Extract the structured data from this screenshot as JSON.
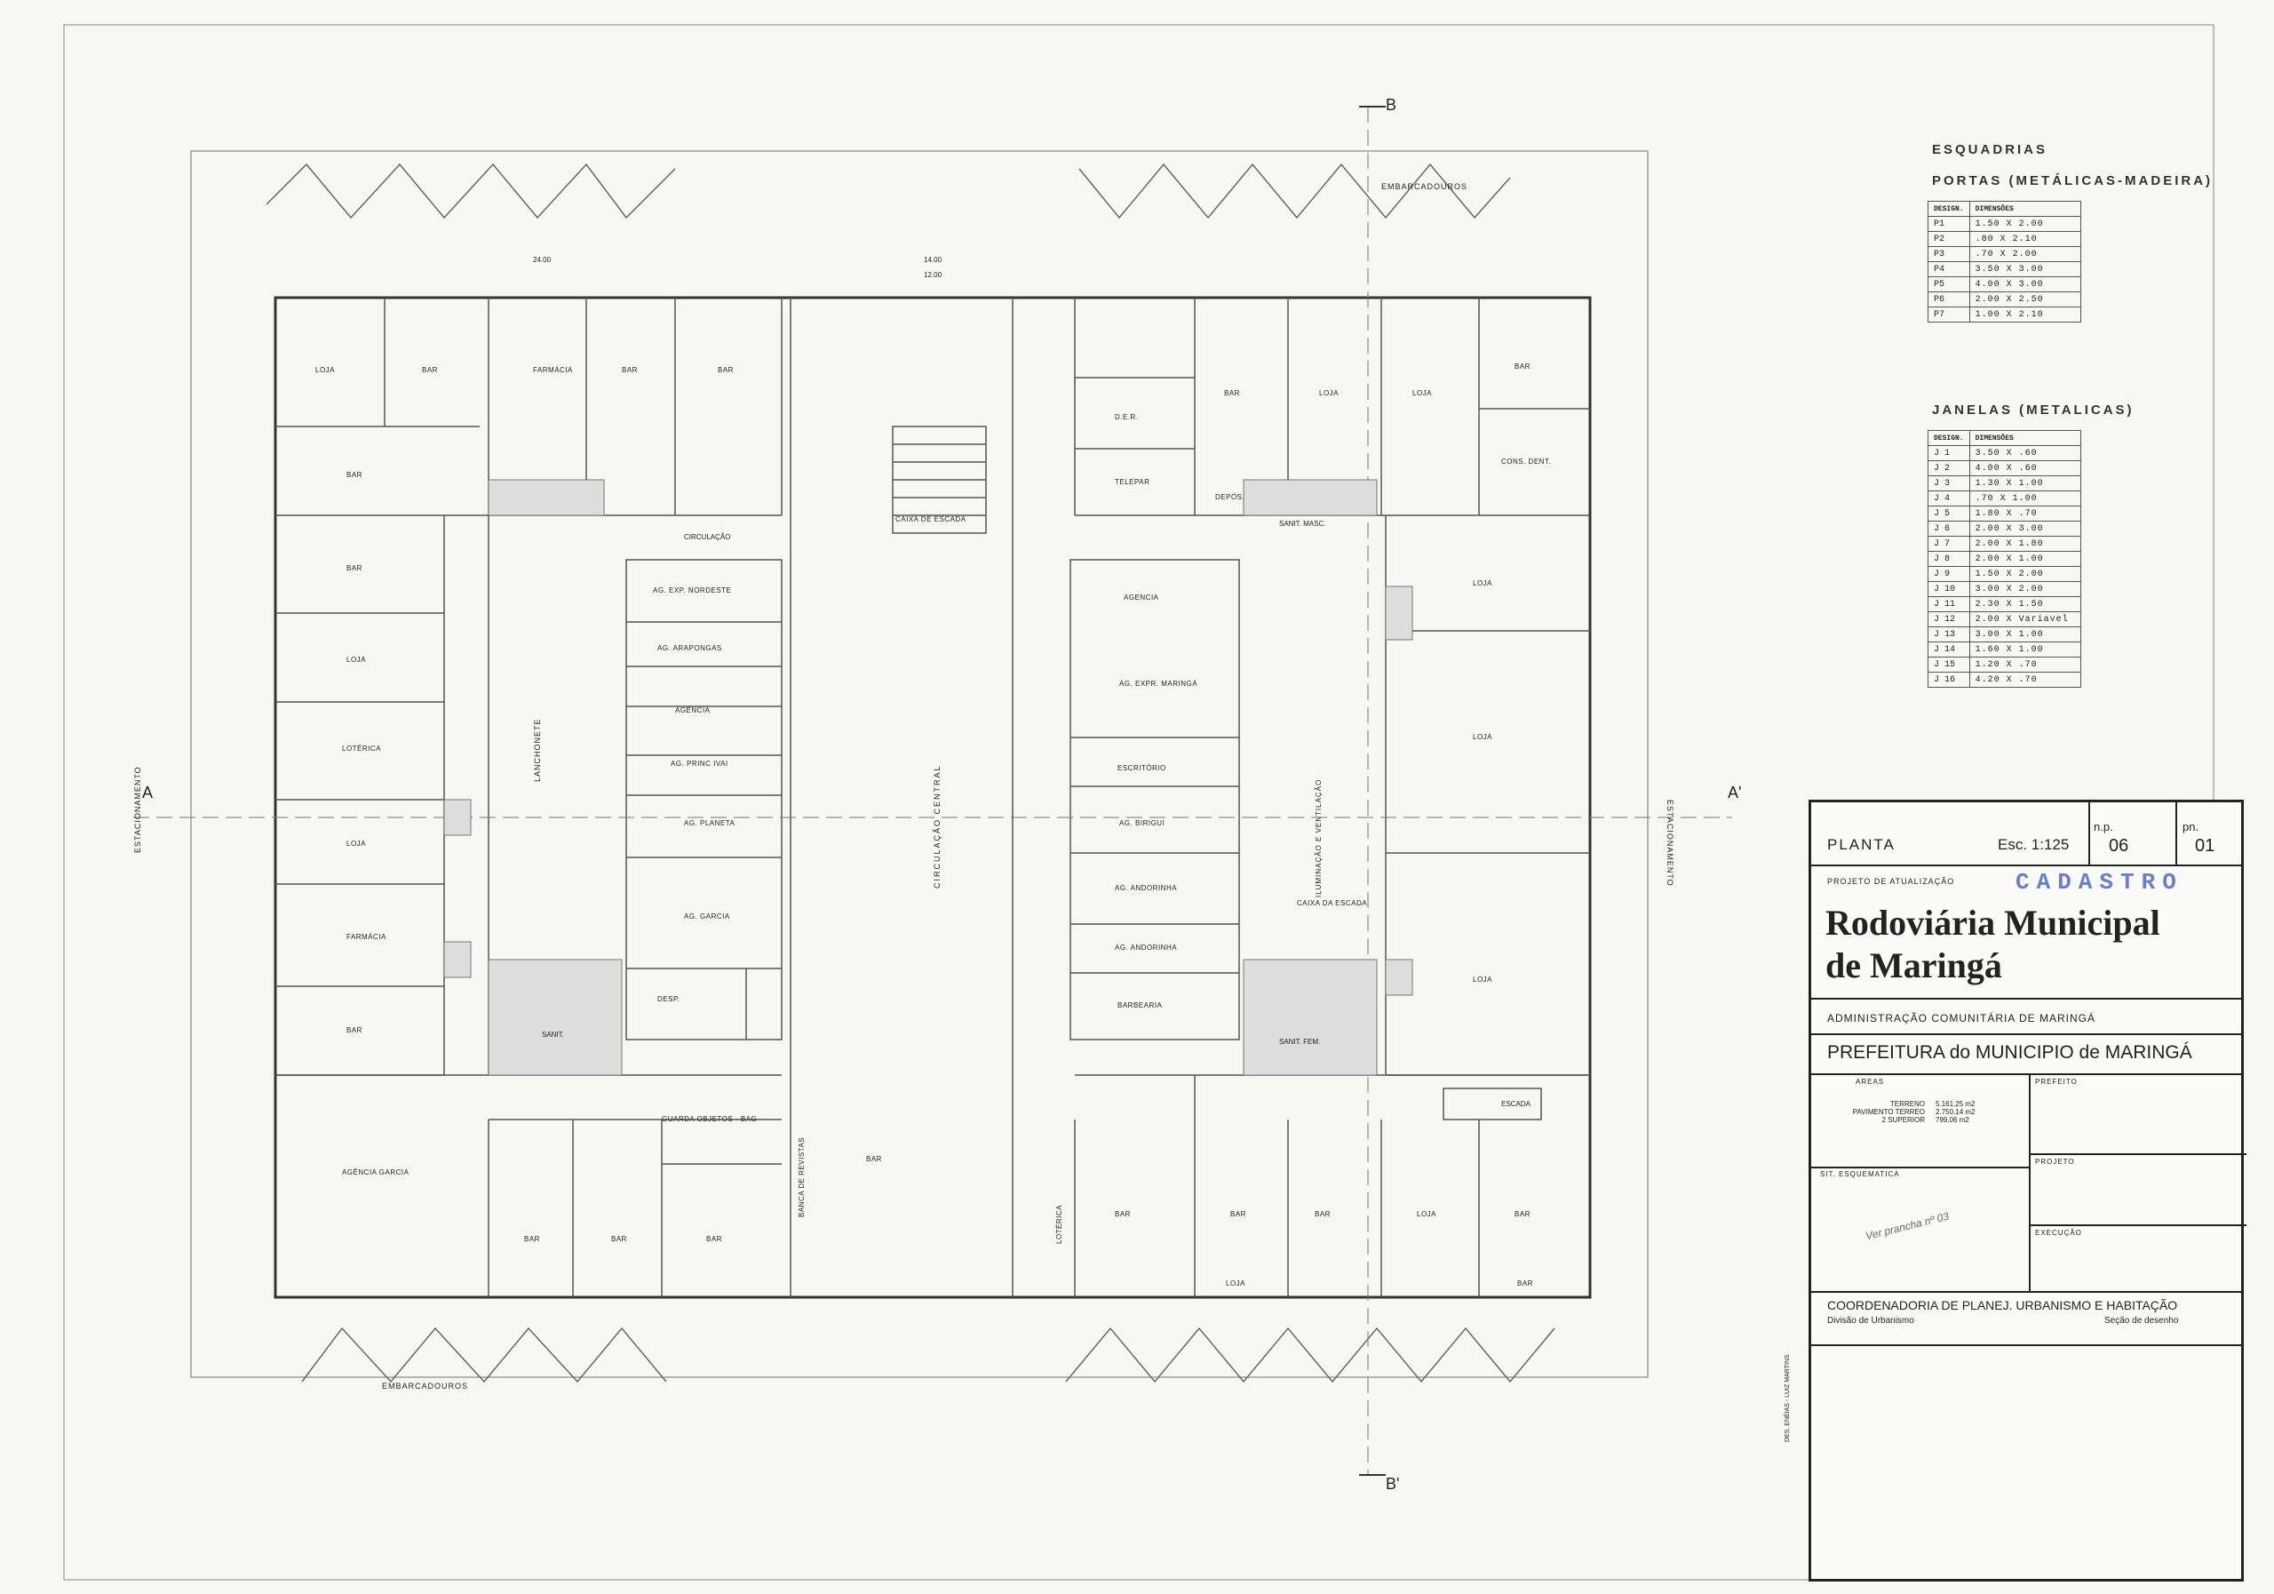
{
  "section_markers": {
    "b_top": "B",
    "b_bottom": "B'",
    "a_left": "A",
    "a_right": "A'"
  },
  "esquadrias": {
    "title": "ESQUADRIAS",
    "portas_title": "PORTAS (METÁLICAS-MADEIRA)",
    "col_design": "DESIGN.",
    "col_dim": "DIMENSÕES",
    "portas": [
      {
        "design": "P1",
        "dim": "1.50 X 2.00"
      },
      {
        "design": "P2",
        "dim": ".80 X 2.10"
      },
      {
        "design": "P3",
        "dim": ".70 X 2.00"
      },
      {
        "design": "P4",
        "dim": "3.50 X 3.00"
      },
      {
        "design": "P5",
        "dim": "4.00 X 3.00"
      },
      {
        "design": "P6",
        "dim": "2.00 X 2.50"
      },
      {
        "design": "P7",
        "dim": "1.00 X 2.10"
      }
    ],
    "janelas_title": "JANELAS (METALICAS)",
    "janelas": [
      {
        "design": "J 1",
        "dim": "3.50 X .60"
      },
      {
        "design": "J 2",
        "dim": "4.00 X .60"
      },
      {
        "design": "J 3",
        "dim": "1.30 X 1.00"
      },
      {
        "design": "J 4",
        "dim": ".70 X 1.00"
      },
      {
        "design": "J 5",
        "dim": "1.80 X .70"
      },
      {
        "design": "J 6",
        "dim": "2.00 X 3.00"
      },
      {
        "design": "J 7",
        "dim": "2.00 X 1.80"
      },
      {
        "design": "J 8",
        "dim": "2.00 X 1.00"
      },
      {
        "design": "J 9",
        "dim": "1.50 X 2.00"
      },
      {
        "design": "J 10",
        "dim": "3.00 X 2.00"
      },
      {
        "design": "J 11",
        "dim": "2.30 X 1.50"
      },
      {
        "design": "J 12",
        "dim": "2.00 X Variavel"
      },
      {
        "design": "J 13",
        "dim": "3.00 X 1.00"
      },
      {
        "design": "J 14",
        "dim": "1.60 X 1.00"
      },
      {
        "design": "J 15",
        "dim": "1.20 X .70"
      },
      {
        "design": "J 16",
        "dim": "4.20 X .70"
      }
    ]
  },
  "title_block": {
    "drawing": "PLANTA",
    "scale": "Esc. 1:125",
    "np_label": "n.p.",
    "np_value": "06",
    "pn_label": "pn.",
    "pn_value": "01",
    "project_type": "PROJETO DE ATUALIZAÇÃO",
    "stamp": "CADASTRO",
    "title_line1": "Rodoviária Municipal",
    "title_line2": "de Maringá",
    "administration": "ADMINISTRAÇÃO COMUNITÁRIA DE MARINGÁ",
    "prefeitura": "PREFEITURA do MUNICIPIO de MARINGÁ",
    "areas_label": "AREAS",
    "prefeito_label": "PREFEITO",
    "areas": [
      {
        "label": "TERRENO",
        "value": "5.161,25 m2"
      },
      {
        "label": "PAVIMENTO TERREO",
        "value": "2.750,14 m2"
      },
      {
        "label": "2 SUPERIOR",
        "value": "799,06 m2"
      }
    ],
    "projeto_label": "PROJETO",
    "sit_label": "SIT. ESQUEMATICA",
    "execucao_label": "EXECUÇÃO",
    "handwritten_note": "Ver prancha nº 03",
    "coordenadoria": "COORDENADORIA DE PLANEJ. URBANISMO E HABITAÇÃO",
    "divisao": "Divisão de Urbanismo",
    "secao": "Seção de desenho",
    "draftsman": "DES. ENÉIAS - LUIZ MARTINS"
  },
  "plan_labels": {
    "embarcadouros_top": "EMBARCADOUROS",
    "embarcadouros_bottom": "EMBARCADOUROS",
    "estacionamento_left": "ESTACIONAMENTO",
    "estacionamento_right": "ESTACIONAMENTO",
    "circulacao": "CIRCULAÇÃO",
    "circulacao_central": "CIRCULAÇÃO CENTRAL",
    "lanchonete": "LANCHONETE",
    "iluminacao": "ILUMINAÇÃO E VENTILAÇÃO",
    "sanit": "SANIT.",
    "sanit_fem": "SANIT. FEM.",
    "sanit_masc": "SANIT. MASC.",
    "escada": "ESCADA",
    "dim_24": "24.00",
    "dim_14": "14.00",
    "dim_12": "12.00"
  },
  "rooms": [
    {
      "label": "LOJA"
    },
    {
      "label": "BAR"
    },
    {
      "label": "FARMÁCIA"
    },
    {
      "label": "BAR"
    },
    {
      "label": "BAR"
    },
    {
      "label": "BAR"
    },
    {
      "label": "BAR"
    },
    {
      "label": "LOJA"
    },
    {
      "label": "LOTÉRICA"
    },
    {
      "label": "LOJA"
    },
    {
      "label": "FARMÁCIA"
    },
    {
      "label": "BAR"
    },
    {
      "label": "AGÊNCIA GARCIA"
    },
    {
      "label": "BAR"
    },
    {
      "label": "BAR"
    },
    {
      "label": "BAR"
    },
    {
      "label": "GUARDA OBJETOS - BAG"
    },
    {
      "label": "AG. EXP. NORDESTE"
    },
    {
      "label": "AG. ARAPONGAS"
    },
    {
      "label": "AGÊNCIA"
    },
    {
      "label": "AG. PRINC IVAI"
    },
    {
      "label": "AG. PLANETA"
    },
    {
      "label": "AG. GARCIA"
    },
    {
      "label": "DESP."
    },
    {
      "label": "BAR"
    },
    {
      "label": "D.E.R."
    },
    {
      "label": "TELEPAR"
    },
    {
      "label": "DEPÓS."
    },
    {
      "label": "BAR"
    },
    {
      "label": "LOJA"
    },
    {
      "label": "LOJA"
    },
    {
      "label": "BAR"
    },
    {
      "label": "CONS. DENT."
    },
    {
      "label": "AGENCIA"
    },
    {
      "label": "AG. EXPR. MARINGÁ"
    },
    {
      "label": "ESCRITÓRIO"
    },
    {
      "label": "AG. BIRIGUI"
    },
    {
      "label": "AG. ANDORINHA"
    },
    {
      "label": "AG. ANDORINHA"
    },
    {
      "label": "BARBEARIA"
    },
    {
      "label": "LOJA"
    },
    {
      "label": "LOJA"
    },
    {
      "label": "LOJA"
    },
    {
      "label": "BAR"
    },
    {
      "label": "BAR"
    },
    {
      "label": "BAR"
    },
    {
      "label": "LOJA"
    },
    {
      "label": "BAR"
    },
    {
      "label": "BAR"
    },
    {
      "label": "LOJA"
    },
    {
      "label": "LOTÉRICA"
    },
    {
      "label": "BANCA DE REVISTAS"
    },
    {
      "label": "CAIXA DE ESCADA"
    },
    {
      "label": "CAIXA DA ESCADA"
    }
  ]
}
